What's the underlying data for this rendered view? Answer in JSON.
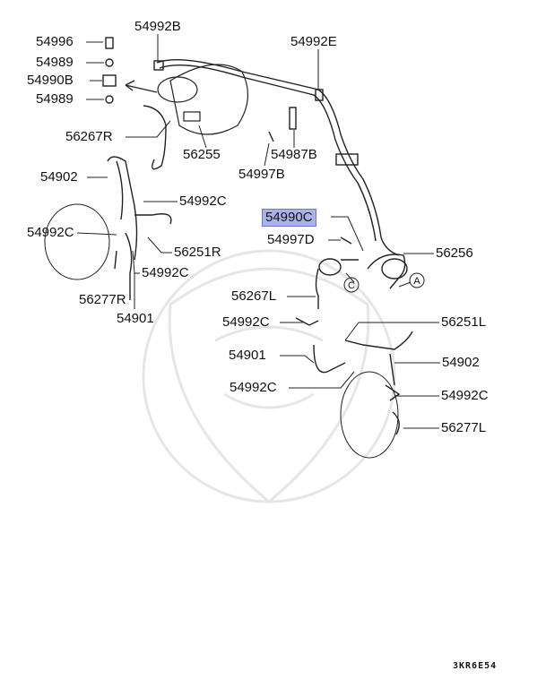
{
  "diagram": {
    "highlight_color": "#aab3e6",
    "labels": [
      {
        "id": "l0",
        "text": "54996"
      },
      {
        "id": "l1",
        "text": "54989"
      },
      {
        "id": "l2",
        "text": "54990B"
      },
      {
        "id": "l3",
        "text": "54989"
      },
      {
        "id": "l4",
        "text": "54992B"
      },
      {
        "id": "l5",
        "text": "54992E"
      },
      {
        "id": "l6",
        "text": "56267R"
      },
      {
        "id": "l7",
        "text": "56255"
      },
      {
        "id": "l8",
        "text": "54987B"
      },
      {
        "id": "l9",
        "text": "54997B"
      },
      {
        "id": "l10",
        "text": "54902"
      },
      {
        "id": "l11",
        "text": "54992C"
      },
      {
        "id": "l12",
        "text": "54990C",
        "highlighted": true
      },
      {
        "id": "l13",
        "text": "54992C"
      },
      {
        "id": "l14",
        "text": "54997D"
      },
      {
        "id": "l15",
        "text": "56251R"
      },
      {
        "id": "l16",
        "text": "56256"
      },
      {
        "id": "l17",
        "text": "54992C"
      },
      {
        "id": "l18",
        "text": "56267L"
      },
      {
        "id": "l19",
        "text": "56277R"
      },
      {
        "id": "l20",
        "text": "54901"
      },
      {
        "id": "l21",
        "text": "54992C"
      },
      {
        "id": "l22",
        "text": "56251L"
      },
      {
        "id": "l23",
        "text": "54901"
      },
      {
        "id": "l24",
        "text": "54902"
      },
      {
        "id": "l25",
        "text": "54992C"
      },
      {
        "id": "l26",
        "text": "54992C"
      },
      {
        "id": "l27",
        "text": "56277L"
      }
    ],
    "markers": {
      "c": "C",
      "a": "A"
    },
    "diagram_code": "3KR6E54"
  }
}
